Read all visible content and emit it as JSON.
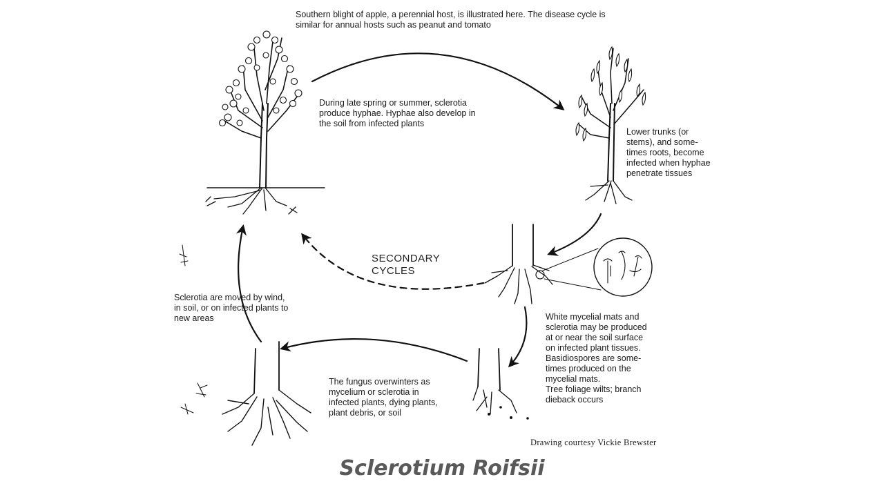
{
  "diagram": {
    "intro_text": "Southern blight of apple, a perennial host, is illustrated here. The disease cycle is\nsimilar for annual hosts such as peanut and tomato",
    "stages": [
      {
        "id": "sclerotia-produce-hyphae",
        "text": "During late spring or summer, sclerotia\nproduce hyphae.  Hyphae also develop in\nthe soil from infected plants"
      },
      {
        "id": "trunk-infection",
        "text": "Lower trunks (or\nstems), and some-\ntimes roots, become\ninfected when hyphae\npenetrate tissues"
      },
      {
        "id": "mycelial-mats",
        "text": "White mycelial mats and\nsclerotia may be produced\nat or near the soil surface\non infected plant tissues.\nBasidiospores are some-\ntimes produced on the\nmycelial mats.\nTree foliage wilts; branch\ndieback occurs"
      },
      {
        "id": "overwintering",
        "text": "The fungus overwinters as\nmycelium or sclerotia in\ninfected plants, dying plants,\nplant debris, or soil"
      },
      {
        "id": "dispersal",
        "text": "Sclerotia are moved by wind,\nin soil, or on infected plants to\nnew areas"
      }
    ],
    "secondary_label": "SECONDARY\nCYCLES",
    "credit": "Drawing courtesy Vickie Brewster",
    "caption": "Sclerotium Roifsii"
  }
}
